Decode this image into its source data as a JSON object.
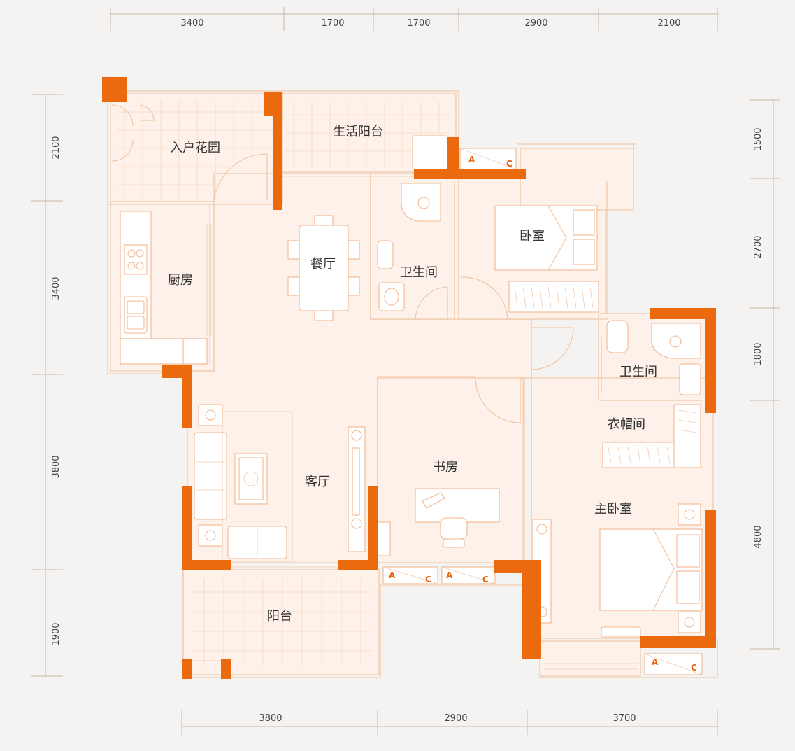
{
  "colors": {
    "wall": "#ec6a0e",
    "floor": "#fdf1e9",
    "line": "#f0c3a0",
    "text": "#333333",
    "background": "#f4f3f1"
  },
  "rooms": {
    "entry_garden": "入户花园",
    "service_balcony": "生活阳台",
    "kitchen": "厨房",
    "dining": "餐厅",
    "bathroom_1": "卫生间",
    "bedroom": "卧室",
    "bathroom_2": "卫生间",
    "cloakroom": "衣帽间",
    "living": "客厅",
    "study": "书房",
    "master_bedroom": "主卧室",
    "balcony": "阳台"
  },
  "ac_units": {
    "a": "A",
    "c": "C"
  },
  "dimensions": {
    "top": [
      "3400",
      "1700",
      "1700",
      "2900",
      "2100"
    ],
    "bottom": [
      "3800",
      "2900",
      "3700"
    ],
    "left": [
      "2100",
      "3400",
      "3800",
      "1900"
    ],
    "right": [
      "1500",
      "2700",
      "1800",
      "4800"
    ]
  }
}
